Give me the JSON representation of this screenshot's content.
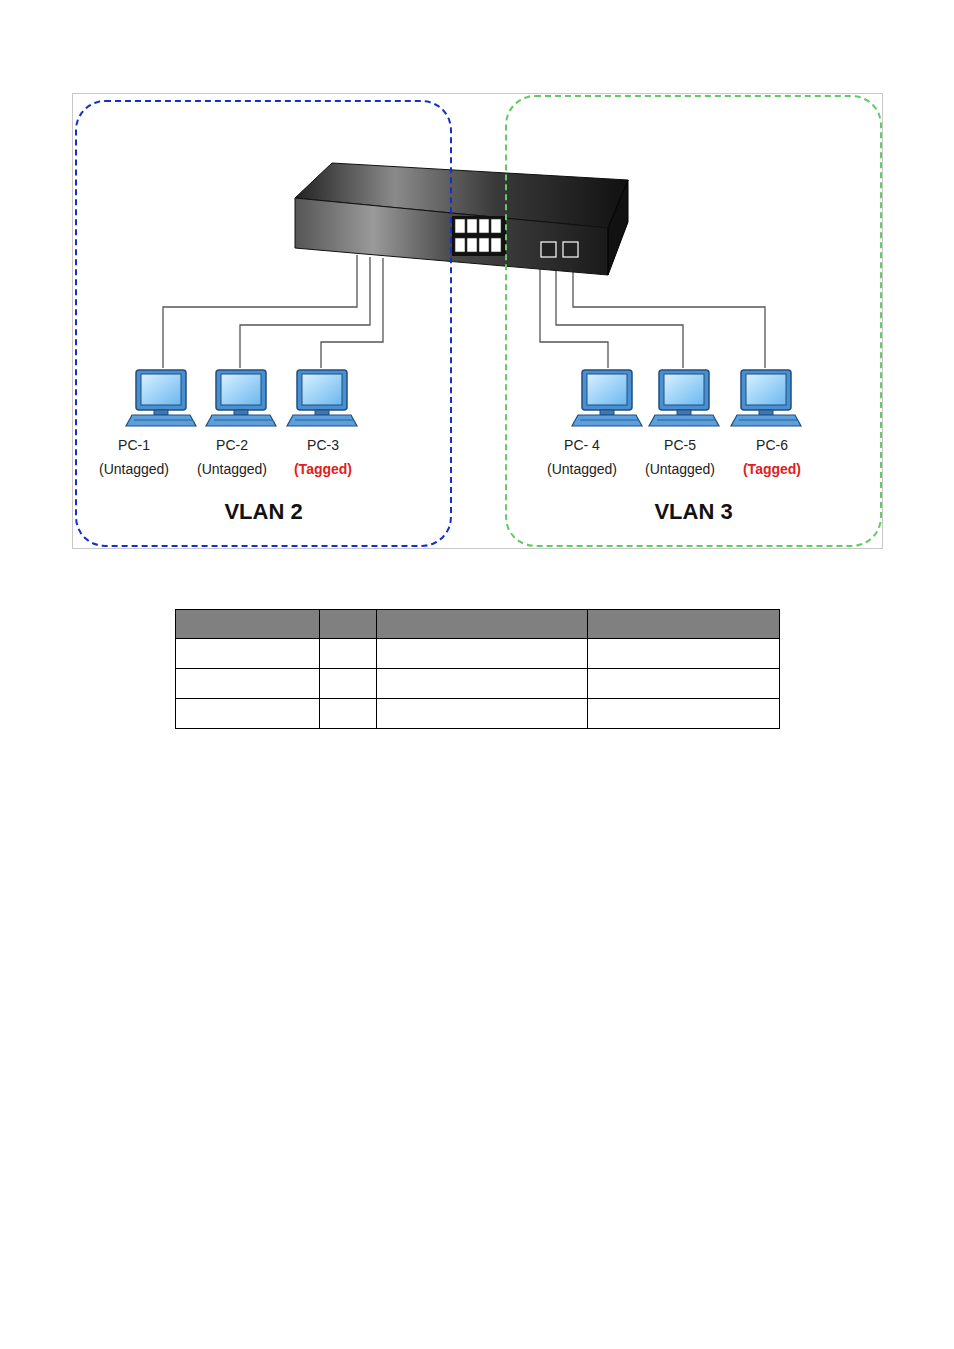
{
  "diagram": {
    "nodes": [
      {
        "text": [
          "VLAN 2"
        ]
      },
      {
        "text": [
          "PC-1",
          "(Untagged)"
        ],
        "in": 0
      },
      {
        "text": [
          "PC-2",
          "(Untagged)"
        ],
        "in": 0
      },
      {
        "text": [
          "PC-3",
          "(Tagged)"
        ],
        "in": 0
      },
      {
        "text": [
          "VLAN 3"
        ]
      },
      {
        "text": [
          "PC- 4",
          "(Untagged)"
        ],
        "in": 4
      },
      {
        "text": [
          "PC-5",
          "(Untagged)"
        ],
        "in": 4
      },
      {
        "text": [
          "PC-6",
          "(Tagged)"
        ],
        "in": 4
      }
    ]
  }
}
